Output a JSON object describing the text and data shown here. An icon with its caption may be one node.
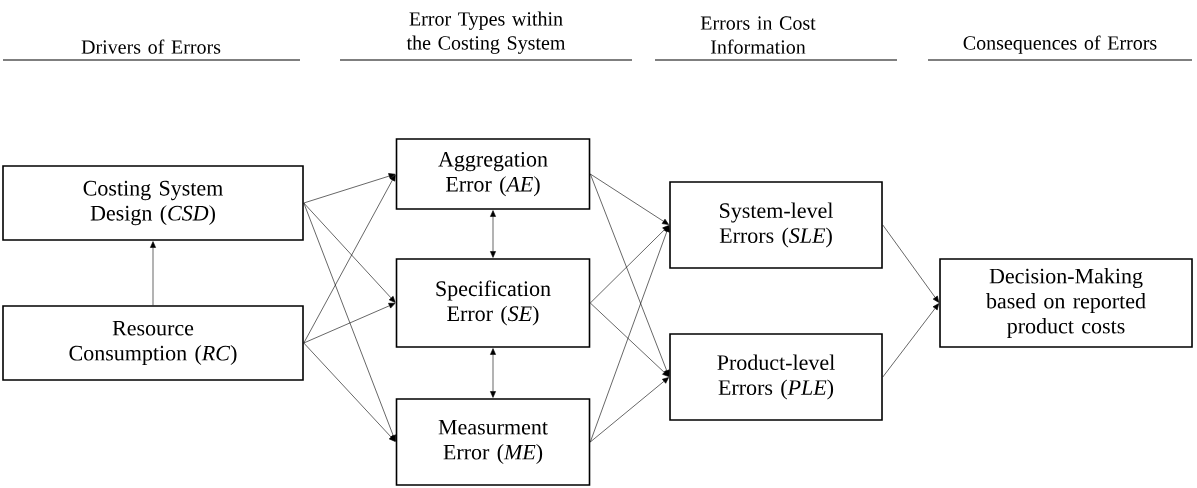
{
  "diagram": {
    "nodes": [
      {
        "text": [
          "Costing System Design (*CSD*)"
        ]
      },
      {
        "text": [
          "Resource Consumption (*RC*)"
        ]
      },
      {
        "text": [
          "Aggregation Error (*AE*)"
        ]
      },
      {
        "text": [
          "Specification Error (*SE*)"
        ]
      },
      {
        "text": [
          "Measurment Error (*ME*)"
        ]
      },
      {
        "text": [
          "System-level Errors (*SLE*)"
        ]
      },
      {
        "text": [
          "Product-level Errors (*PLE*)"
        ]
      },
      {
        "text": [
          "Decision-Making based on reported product costs"
        ]
      }
    ],
    "edges": [
      {
        "from": 1,
        "to": 0,
        "arrow": "to"
      },
      {
        "from": 0,
        "to": 2,
        "arrow": "to"
      },
      {
        "from": 0,
        "to": 3,
        "arrow": "to"
      },
      {
        "from": 0,
        "to": 4,
        "arrow": "to"
      },
      {
        "from": 1,
        "to": 2,
        "arrow": "to"
      },
      {
        "from": 1,
        "to": 3,
        "arrow": "to"
      },
      {
        "from": 1,
        "to": 4,
        "arrow": "to"
      },
      {
        "from": 2,
        "to": 3,
        "arrow": "both"
      },
      {
        "from": 3,
        "to": 4,
        "arrow": "both"
      },
      {
        "from": 2,
        "to": 5,
        "arrow": "to"
      },
      {
        "from": 2,
        "to": 6,
        "arrow": "to"
      },
      {
        "from": 3,
        "to": 5,
        "arrow": "to"
      },
      {
        "from": 3,
        "to": 6,
        "arrow": "to"
      },
      {
        "from": 4,
        "to": 5,
        "arrow": "to"
      },
      {
        "from": 4,
        "to": 6,
        "arrow": "to"
      },
      {
        "from": 5,
        "to": 7,
        "arrow": "to"
      },
      {
        "from": 6,
        "to": 7,
        "arrow": "to"
      }
    ],
    "labels": [
      "Drivers of Errors",
      "Error Types within the Costing System",
      "Errors in Cost Information",
      "Consequences of Errors"
    ]
  }
}
